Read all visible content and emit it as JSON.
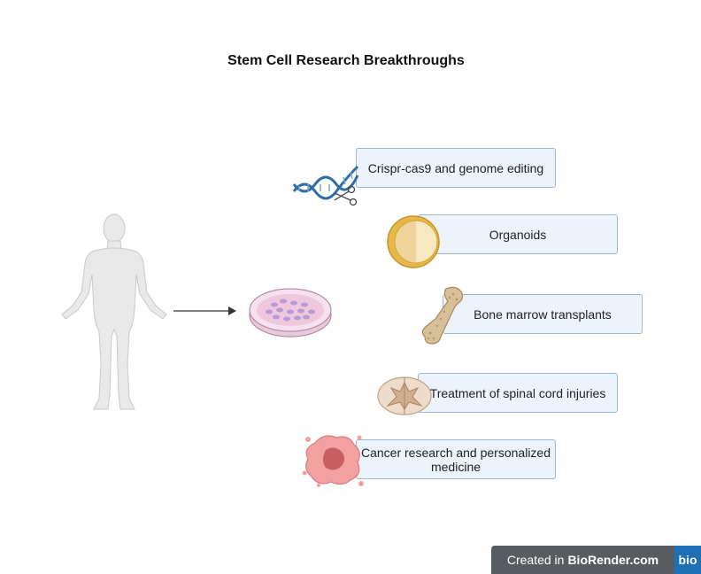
{
  "title": "Stem Cell Research Breakthroughs",
  "items": [
    {
      "label": "Crispr-cas9 and genome editing",
      "icon": "dna-scissors-icon"
    },
    {
      "label": "Organoids",
      "icon": "organoid-icon"
    },
    {
      "label": "Bone marrow transplants",
      "icon": "bone-icon"
    },
    {
      "label": "Treatment of spinal cord injuries",
      "icon": "spinal-cord-icon"
    },
    {
      "label": "Cancer research and personalized medicine",
      "icon": "tumor-icon"
    }
  ],
  "badge": {
    "prefix": "Created in",
    "brand": "BioRender.com",
    "logo": "bio"
  },
  "colors": {
    "box_fill": "#edf3fb",
    "box_border": "#9fb7d6",
    "dna": "#2e6ea6",
    "tumor": "#f2a0a0",
    "dish": "#f0c8de"
  }
}
